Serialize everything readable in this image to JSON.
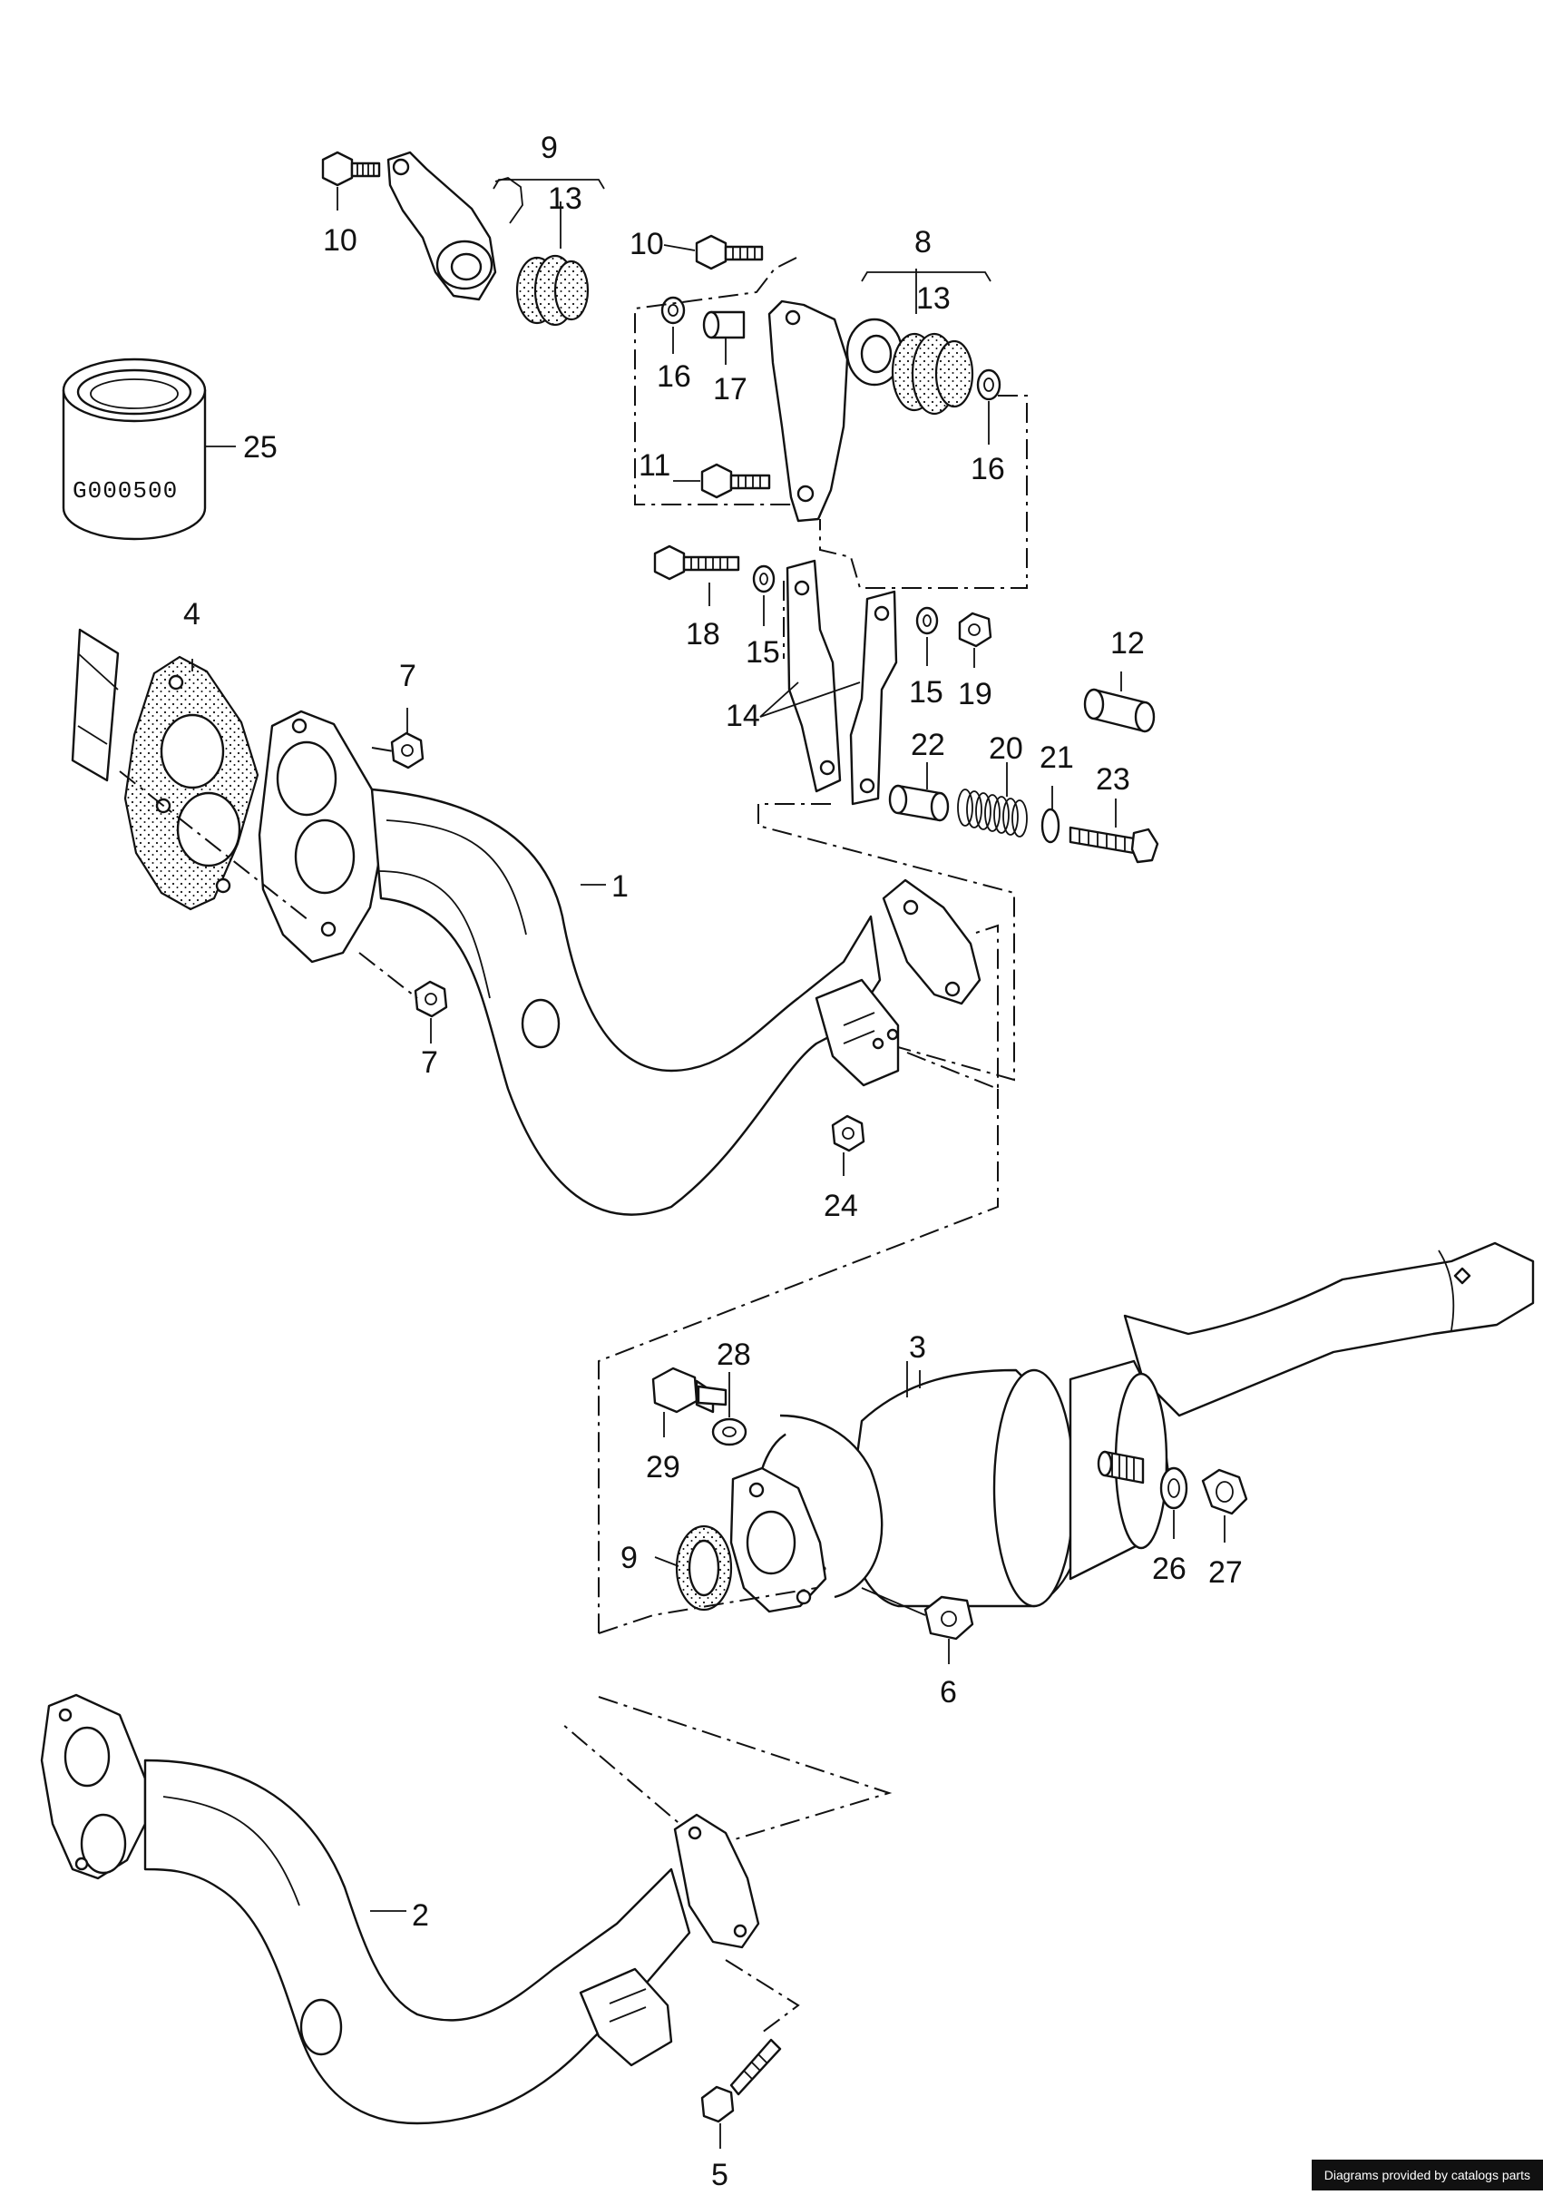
{
  "diagram": {
    "callouts": {
      "c1": "1",
      "c2": "2",
      "c3": "3",
      "c4": "4",
      "c5": "5",
      "c6": "6",
      "c7a": "7",
      "c7b": "7",
      "c8": "8",
      "c9a": "9",
      "c9b": "9",
      "c10a": "10",
      "c10b": "10",
      "c11": "11",
      "c12": "12",
      "c13a": "13",
      "c13b": "13",
      "c14": "14",
      "c15a": "15",
      "c15b": "15",
      "c16a": "16",
      "c16b": "16",
      "c17": "17",
      "c18": "18",
      "c19": "19",
      "c20": "20",
      "c21": "21",
      "c22": "22",
      "c23": "23",
      "c24": "24",
      "c25": "25",
      "c26": "26",
      "c27": "27",
      "c28": "28",
      "c29": "29"
    },
    "stamp_text": "G000500",
    "credit": "Diagrams provided by catalogs parts"
  }
}
